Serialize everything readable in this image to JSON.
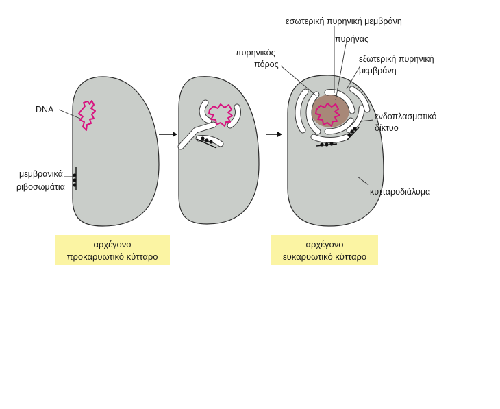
{
  "labels": {
    "dna": "DNA",
    "membrane_ribosomes_1": "μεμβρανικά",
    "membrane_ribosomes_2": "ριβοσωμάτια",
    "inner_nuclear_membrane": "εσωτερική πυρηνική μεμβράνη",
    "nucleus": "πυρήνας",
    "nuclear_pore_1": "πυρηνικός",
    "nuclear_pore_2": "πόρος",
    "outer_nuclear_membrane_1": "εξωτερική πυρηνική",
    "outer_nuclear_membrane_2": "μεμβράνη",
    "er_1": "ενδοπλασματικό",
    "er_2": "δίκτυο",
    "cytosol": "κυτταροδιάλυμα"
  },
  "captions": {
    "prokaryote_1": "αρχέγονο",
    "prokaryote_2": "προκαρυωτικό κύτταρο",
    "eukaryote_1": "αρχέγονο",
    "eukaryote_2": "ευκαρυωτικό κύτταρο"
  },
  "colors": {
    "cell": "#c9cdc9",
    "dna": "#d8127f",
    "nucleus": "#a88878",
    "caption_box": "#fbf4a3"
  }
}
